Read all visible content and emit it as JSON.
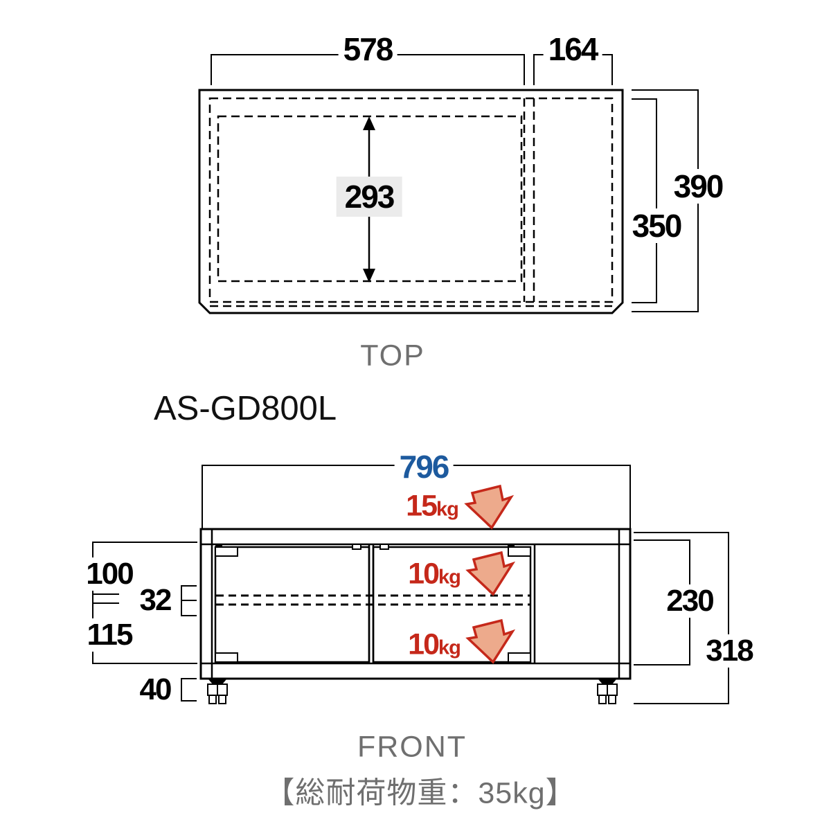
{
  "model": "AS-GD800L",
  "colors": {
    "blue": "#1d5a9e",
    "red": "#c5281a",
    "arrow_fill": "#edaa8c",
    "gray_text": "#6f6f6f",
    "label_bg": "#ebebeb"
  },
  "top_view": {
    "caption": "TOP",
    "dims": {
      "width_main": "578",
      "width_side": "164",
      "depth_outer": "390",
      "depth_inner": "350",
      "clear_depth": "293"
    }
  },
  "front_view": {
    "caption": "FRONT",
    "dims": {
      "width": "796",
      "upper_space": "100",
      "shelf_pitch": "32",
      "lower_space": "115",
      "caster_height": "40",
      "inner_height": "230",
      "total_height": "318"
    },
    "loads": {
      "top_value": "15",
      "middle_value": "10",
      "bottom_value": "10",
      "unit": "kg"
    }
  },
  "footer": {
    "total_load_note": "【総耐荷物重：35kg】"
  }
}
